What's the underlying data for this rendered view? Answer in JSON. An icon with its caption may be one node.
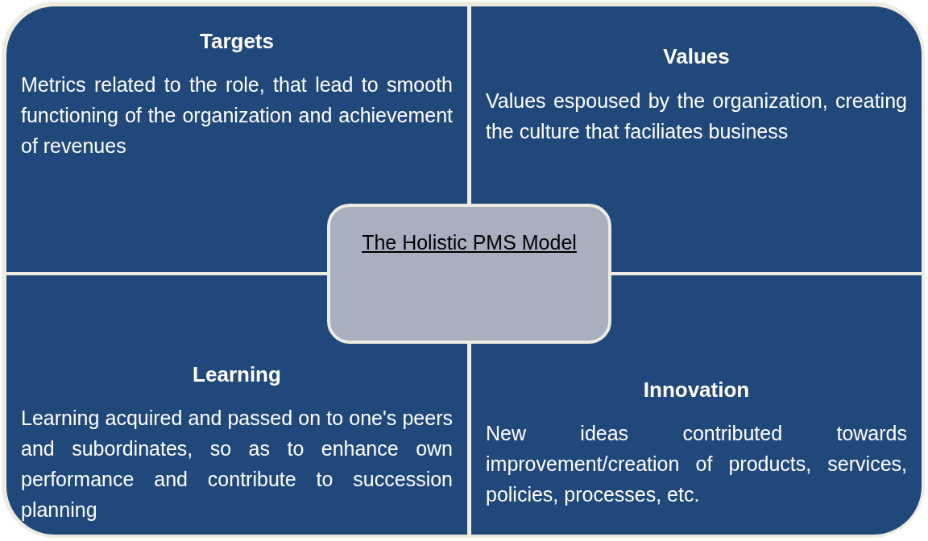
{
  "diagram": {
    "nodes": [
      {
        "text": [
          "Targets",
          "Metrics related to the role, that lead to smooth functioning of the organization and achievement of revenues"
        ]
      },
      {
        "text": [
          "Values",
          "Values espoused by the organization, creating the culture that faciliates business"
        ]
      },
      {
        "text": [
          "Learning",
          "Learning acquired and passed on to one's peers and subordinates, so as to enhance own performance and contribute to succession planning"
        ]
      },
      {
        "text": [
          "Innovation",
          "New ideas contributed towards improvement/creation of products, services, policies, processes, etc."
        ]
      },
      {
        "text": [
          "The Holistic PMS Model"
        ]
      }
    ]
  }
}
